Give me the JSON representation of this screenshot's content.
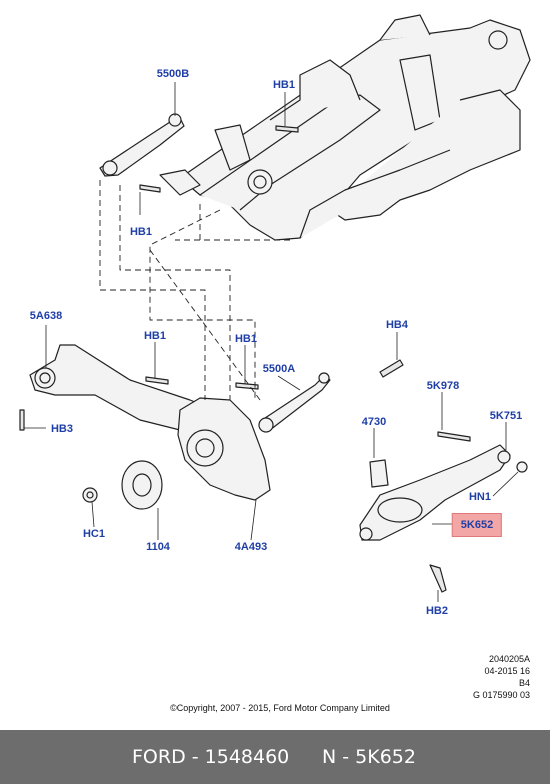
{
  "callouts": {
    "c5500B": "5500B",
    "hb1_top": "HB1",
    "hb1_left": "HB1",
    "c5A638": "5A638",
    "hb1_mid": "HB1",
    "hb1_mid2": "HB1",
    "c5500A": "5500A",
    "hb4": "HB4",
    "hb3": "HB3",
    "c5K978": "5K978",
    "c4730": "4730",
    "c5K751": "5K751",
    "hn1": "HN1",
    "c5K652": "5K652",
    "hc1": "HC1",
    "c1104": "1104",
    "c4A493": "4A493",
    "hb2": "HB2"
  },
  "meta": {
    "line1": "2040205A",
    "line2": "04-2015 16",
    "line3": "B4",
    "line4": "G 0175990 03"
  },
  "copyright": "©Copyright, 2007 - 2015, Ford Motor Company Limited",
  "footer": {
    "brand_part": "FORD - 1548460",
    "ref": "N - 5K652"
  },
  "colors": {
    "label": "#1f3fa6",
    "highlight": "#f2a6a6",
    "footer_bg": "#6d6d6d"
  }
}
